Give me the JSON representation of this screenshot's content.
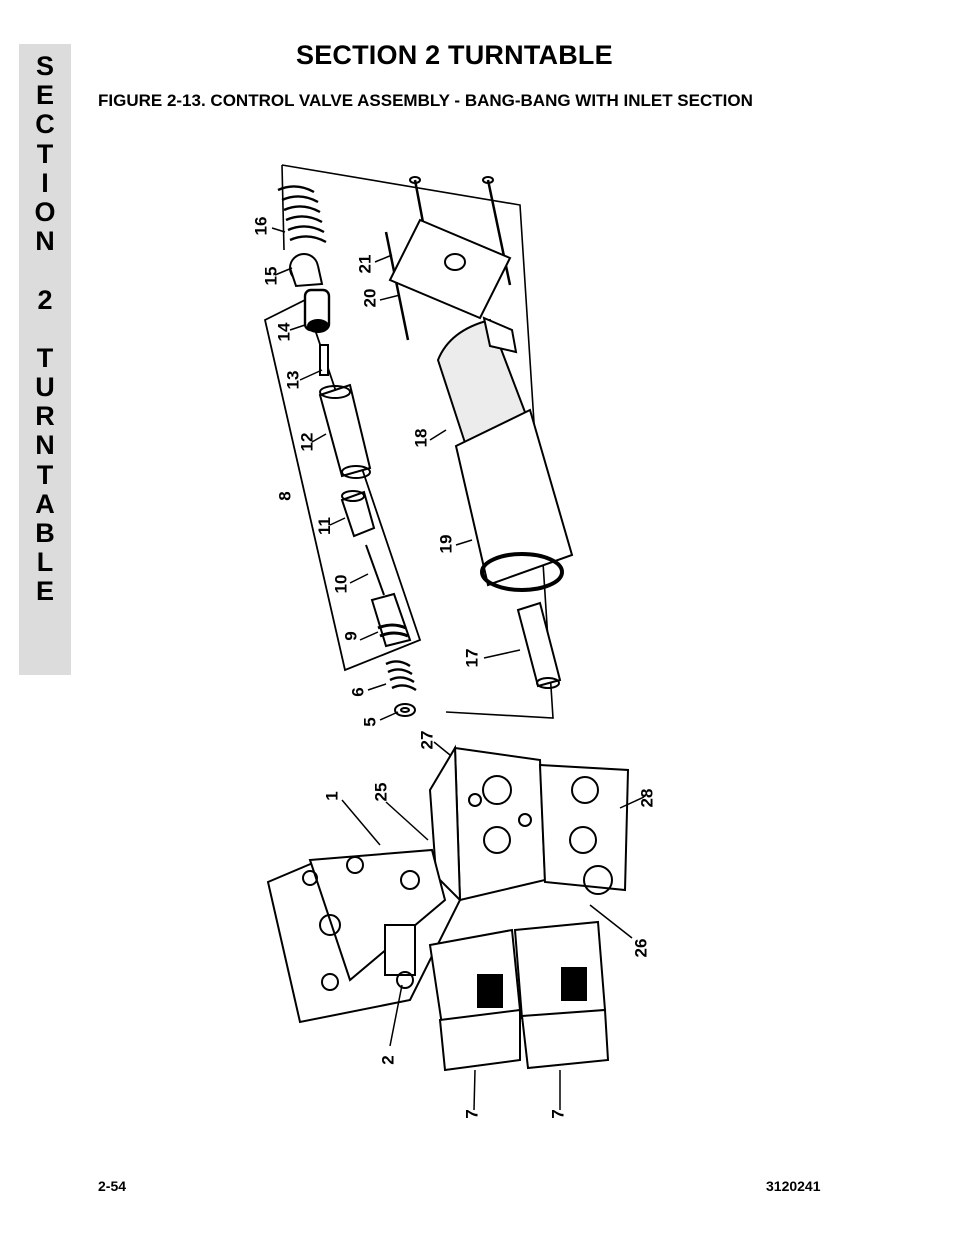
{
  "side_tab": {
    "letters": [
      "S",
      "E",
      "C",
      "T",
      "I",
      "O",
      "N",
      " ",
      "2",
      " ",
      "T",
      "U",
      "R",
      "N",
      "T",
      "A",
      "B",
      "L",
      "E"
    ]
  },
  "header": {
    "title": "SECTION 2  TURNTABLE"
  },
  "figure": {
    "caption": "FIGURE 2-13.  CONTROL VALVE ASSEMBLY - BANG-BANG WITH INLET SECTION",
    "callouts": {
      "c16": "16",
      "c15": "15",
      "c14": "14",
      "c13": "13",
      "c12": "12",
      "c8": "8",
      "c11": "11",
      "c10": "10",
      "c9": "9",
      "c6": "6",
      "c5": "5",
      "c21": "21",
      "c20": "20",
      "c18": "18",
      "c19": "19",
      "c17": "17",
      "c27": "27",
      "c25": "25",
      "c1": "1",
      "c28": "28",
      "c26": "26",
      "c2": "2",
      "c7a": "7",
      "c7b": "7"
    }
  },
  "footer": {
    "page_number": "2-54",
    "doc_number": "3120241"
  }
}
